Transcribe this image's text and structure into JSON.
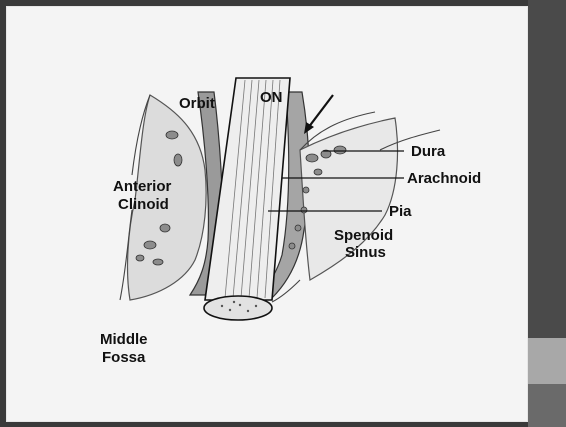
{
  "labels": {
    "orbit": "Orbit",
    "on": "ON",
    "dura": "Dura",
    "arachnoid": "Arachnoid",
    "pia": "Pia",
    "anterior_clinoid_line1": "Anterior",
    "anterior_clinoid_line2": "Clinoid",
    "sphenoid_line1": "Spenoid",
    "sphenoid_line2": "Sinus",
    "middle_fossa_line1": "Middle",
    "middle_fossa_line2": "Fossa"
  },
  "icons": {
    "arrow": "pointer-arrow-icon"
  },
  "colors": {
    "background": "#3a3a3a",
    "slide": "#f4f4f4",
    "ink": "#111111"
  }
}
